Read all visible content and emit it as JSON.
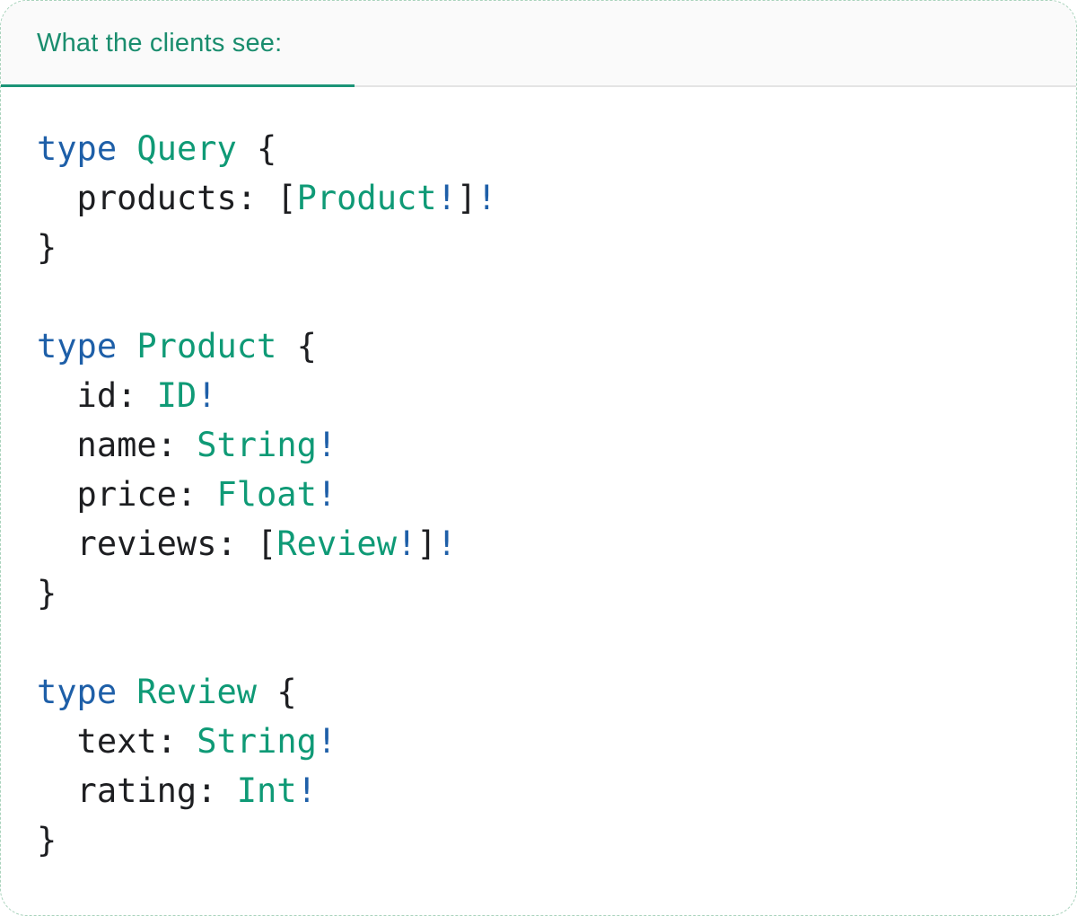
{
  "tab": {
    "label": "What the clients see:"
  },
  "colors": {
    "keyword": "#1E5FA8",
    "type": "#0F9A76",
    "bang": "#1E5FA8",
    "plain": "#1D1E21",
    "tab_text": "#1A8D6E",
    "tab_underline": "#1B9477",
    "divider": "#E4E4E4",
    "card_border": "#A9D3BC",
    "header_bg": "#FAFAFA",
    "code_bg": "#FFFFFF"
  },
  "code": {
    "language": "graphql",
    "lines": [
      {
        "tokens": [
          {
            "t": "keyword",
            "v": "type"
          },
          {
            "t": "plain",
            "v": " "
          },
          {
            "t": "type",
            "v": "Query"
          },
          {
            "t": "plain",
            "v": " {"
          }
        ]
      },
      {
        "tokens": [
          {
            "t": "plain",
            "v": "  products: ["
          },
          {
            "t": "type",
            "v": "Product"
          },
          {
            "t": "bang",
            "v": "!"
          },
          {
            "t": "plain",
            "v": "]"
          },
          {
            "t": "bang",
            "v": "!"
          }
        ]
      },
      {
        "tokens": [
          {
            "t": "plain",
            "v": "}"
          }
        ]
      },
      {
        "tokens": []
      },
      {
        "tokens": [
          {
            "t": "keyword",
            "v": "type"
          },
          {
            "t": "plain",
            "v": " "
          },
          {
            "t": "type",
            "v": "Product"
          },
          {
            "t": "plain",
            "v": " {"
          }
        ]
      },
      {
        "tokens": [
          {
            "t": "plain",
            "v": "  id: "
          },
          {
            "t": "type",
            "v": "ID"
          },
          {
            "t": "bang",
            "v": "!"
          }
        ]
      },
      {
        "tokens": [
          {
            "t": "plain",
            "v": "  name: "
          },
          {
            "t": "type",
            "v": "String"
          },
          {
            "t": "bang",
            "v": "!"
          }
        ]
      },
      {
        "tokens": [
          {
            "t": "plain",
            "v": "  price: "
          },
          {
            "t": "type",
            "v": "Float"
          },
          {
            "t": "bang",
            "v": "!"
          }
        ]
      },
      {
        "tokens": [
          {
            "t": "plain",
            "v": "  reviews: ["
          },
          {
            "t": "type",
            "v": "Review"
          },
          {
            "t": "bang",
            "v": "!"
          },
          {
            "t": "plain",
            "v": "]"
          },
          {
            "t": "bang",
            "v": "!"
          }
        ]
      },
      {
        "tokens": [
          {
            "t": "plain",
            "v": "}"
          }
        ]
      },
      {
        "tokens": []
      },
      {
        "tokens": [
          {
            "t": "keyword",
            "v": "type"
          },
          {
            "t": "plain",
            "v": " "
          },
          {
            "t": "type",
            "v": "Review"
          },
          {
            "t": "plain",
            "v": " {"
          }
        ]
      },
      {
        "tokens": [
          {
            "t": "plain",
            "v": "  text: "
          },
          {
            "t": "type",
            "v": "String"
          },
          {
            "t": "bang",
            "v": "!"
          }
        ]
      },
      {
        "tokens": [
          {
            "t": "plain",
            "v": "  rating: "
          },
          {
            "t": "type",
            "v": "Int"
          },
          {
            "t": "bang",
            "v": "!"
          }
        ]
      },
      {
        "tokens": [
          {
            "t": "plain",
            "v": "}"
          }
        ]
      }
    ]
  }
}
